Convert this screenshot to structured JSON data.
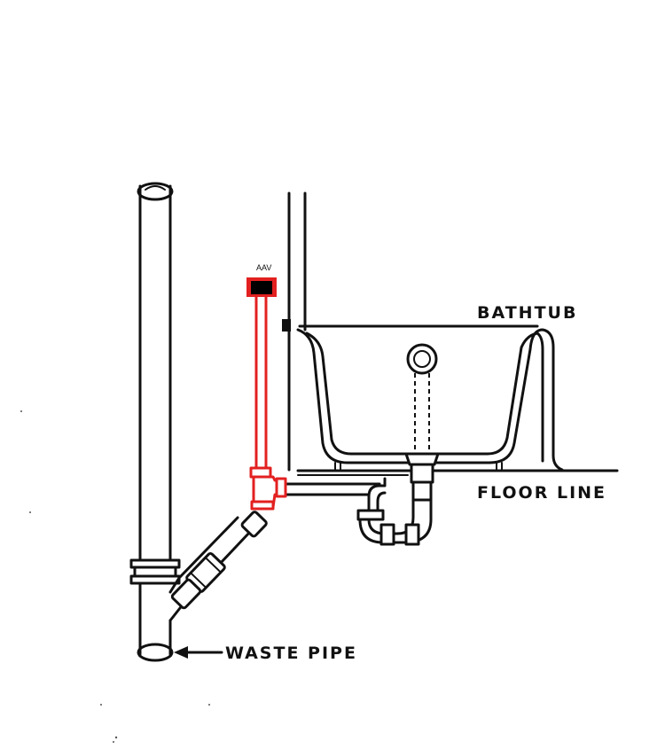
{
  "labels": {
    "aav": "AAV",
    "bathtub": "BATHTUB",
    "floor_line": "FLOOR LINE",
    "waste_pipe": "WASTE PIPE"
  },
  "colors": {
    "ink": "#111111",
    "vent_highlight": "#e32020",
    "aav_fill": "#000000",
    "background": "#ffffff"
  }
}
